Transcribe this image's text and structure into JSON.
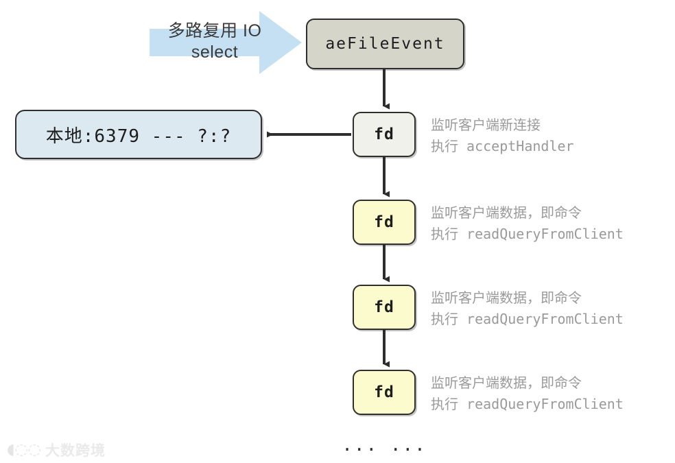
{
  "diagram": {
    "title_node": {
      "label": "aeFileEvent"
    },
    "io_arrow": {
      "label": "多路复用 IO\nselect"
    },
    "local_address_box": {
      "label": "本地:6379 --- ?:?"
    },
    "fd_nodes": [
      {
        "label": "fd",
        "fill": "#f1f1ec"
      },
      {
        "label": "fd",
        "fill": "#fcfbcd"
      },
      {
        "label": "fd",
        "fill": "#fcfbcd"
      },
      {
        "label": "fd",
        "fill": "#fcfbcd"
      }
    ],
    "annotations": [
      "监听客户端新连接\n执行 acceptHandler",
      "监听客户端数据，即命令\n执行 readQueryFromClient",
      "监听客户端数据，即命令\n执行 readQueryFromClient",
      "监听客户端数据，即命令\n执行 readQueryFromClient"
    ],
    "ellipsis": "... ...",
    "watermark": {
      "mark": "◖◌◌",
      "text": "大数跨境"
    },
    "colors": {
      "arrow_fill": "#c4e0f2",
      "event_node_fill": "#d6d5ca",
      "fd_first_fill": "#f1f1ec",
      "fd_fill": "#fcfbcd",
      "address_fill": "#dce9f1",
      "stroke": "#2e2e2e",
      "annotation_text": "#9a9a9a"
    }
  }
}
